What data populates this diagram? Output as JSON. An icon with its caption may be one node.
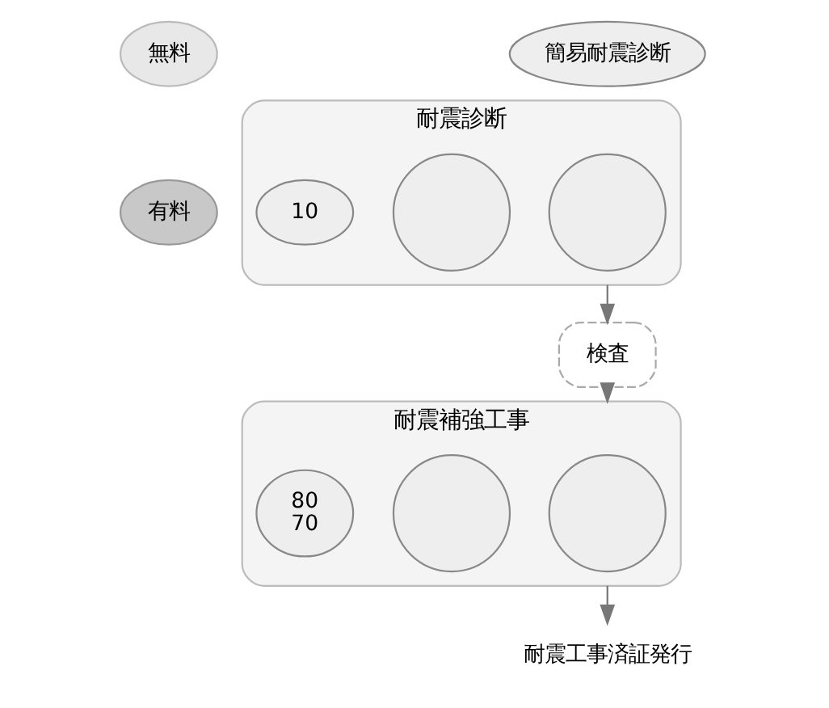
{
  "diagram": {
    "nodes": [
      {
        "text": [
          "無料"
        ]
      },
      {
        "text": [
          "簡易耐震診断"
        ]
      },
      {
        "text": [
          "有料"
        ]
      },
      {
        "text": [
          "耐震診断"
        ]
      },
      {
        "text": [],
        "shape": "circle",
        "in": 3
      },
      {
        "text": [],
        "shape": "circle",
        "in": 3
      },
      {
        "text": [
          "10"
        ],
        "in": 3
      },
      {
        "text": [
          "検査"
        ]
      },
      {
        "text": [
          "耐震補強工事"
        ]
      },
      {
        "text": [],
        "shape": "circle",
        "in": 8
      },
      {
        "text": [],
        "shape": "circle",
        "in": 8
      },
      {
        "text": [
          "80",
          "70"
        ],
        "in": 8
      },
      {
        "text": [
          "耐震工事済証発行"
        ]
      }
    ],
    "edges": [
      {
        "from": 3,
        "to": 7,
        "arrow": "to"
      },
      {
        "from": 7,
        "to": 8,
        "arrow": "to"
      },
      {
        "from": 8,
        "to": 12,
        "arrow": "to"
      }
    ]
  }
}
